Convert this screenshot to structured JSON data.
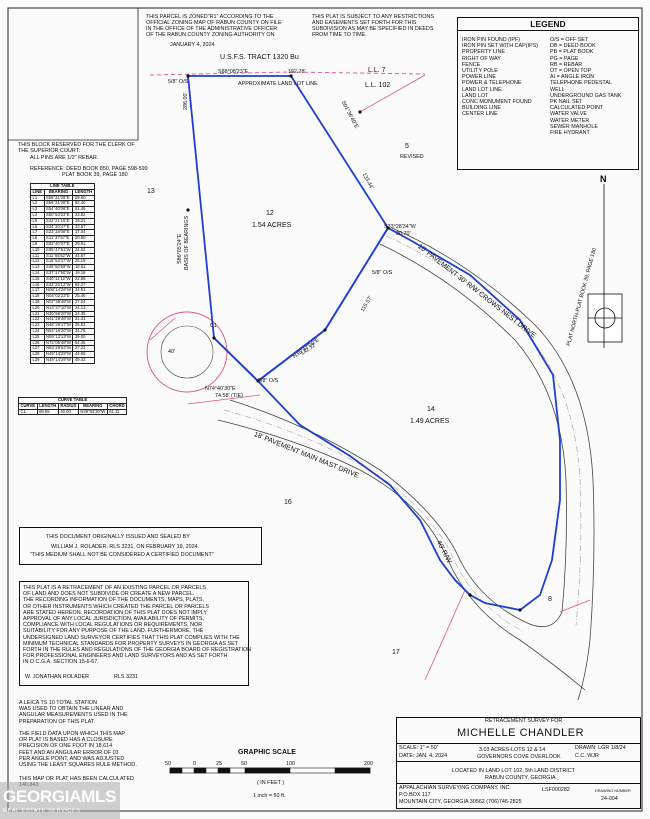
{
  "zoning_note": [
    "THIS PARCEL IS ZONED\"R1\" ACCORDING TO THE",
    "OFFICIAL ZONING MAP OF RABUN COUNTY ON FILE",
    "IN THE OFFICE OF THE ADMINISTRATIVE OFFICER",
    "OF THE RABUN COUNTY ZONING AUTHORITY ON",
    "JANUARY 4, 2024"
  ],
  "restrictions_note": [
    "THIS PLAT IS SUBJECT TO ANY RESTRICTIONS",
    "AND EASEMENTS SET FORTH FOR THIS",
    "SUBDIVISION AS MAY BE SPECIFIED IN DEEDS",
    "FROM TIME TO TIME."
  ],
  "legend": {
    "title": "LEGEND",
    "left": [
      "IRON PIN FOUND (IPF)",
      "IRON PIN SET WITH CAP(IPS)",
      "PROPERTY LINE",
      "RIGHT OF WAY",
      "FENCE",
      "UTILITY POLE",
      "POWER LINE",
      "POWER & TELEPHONE",
      "LAND LOT LINE",
      "LAND LOT",
      "CONC MONUMENT FOUND",
      "BUILDING LINE",
      "CENTER LINE"
    ],
    "right": [
      "O/S = OFF SET",
      "DB = DEED BOOK",
      "PB = PLAT BOOK",
      "PG = PAGE",
      "RB = REBAR",
      "OT = OPEN TOP",
      "AI = ANGLE IRON",
      "TELEPHONE PEDESTAL",
      "WELL",
      "UNDERGROUND GAS TANK",
      "PK NAIL SET",
      "CALCULATED POINT",
      "WATER VALVE",
      "WATER METER",
      "SEWER MANHOLE",
      "FIRE HYDRANT"
    ]
  },
  "map": {
    "usfs_tract": "U.S.F.S. TRACT 1320 Bu",
    "ll7": "L.L. 7",
    "ll102": "L.L. 102",
    "approx_ll_line": "APPROXIMATE LAND LOT LINE",
    "north": "N",
    "plat_north": "PLAT NORTH-PLAT BOOK 39, PAGE 180",
    "revised": "REVISED",
    "lot12_num": "12",
    "lot12_acres": "1.54 ACRES",
    "lot14_num": "14",
    "lot14_acres": "1.49 ACRES",
    "lot13": "13",
    "lot16": "16",
    "lot8": "8",
    "lot17": "17",
    "lot5": "5",
    "road_crows": "10' PAVEMENT   30' R/W   CROWS   NEST   DRIVE",
    "road_main": "18' PAVEMENT   MAIN   MAST   DRIVE",
    "road_rw40": "40' R/W",
    "basis": "BASIS OF BEARINGS",
    "brg_top": "S88°08'23\"E",
    "dist_top": "192.78'",
    "brg_west": "S86°05'24\"E",
    "brg_right": "S01°36'40\"E",
    "brg_ne": "S33°28'34\"W",
    "dist_ne": "30.70'",
    "brg_diag": "N35°47'00\"E",
    "brg_lower": "N74°40'30\"E",
    "dist_lower": "74.58' (TIE)",
    "dist_mid": "115.57'",
    "dist_mid2": "142.12'",
    "dist_west": "286.00'",
    "dist_vert": "133.44'",
    "pin_note1": "5/8\" O/S",
    "pin_note2": "5/8\" O/S",
    "pin_note3": "5/8\" O/S",
    "c1": "C1",
    "forty": "40'"
  },
  "clerk_block": "THIS BLOCK RESERVED FOR THE CLERK OF THE SUPERIOR COURT.",
  "notes": [
    "ALL PINS ARE 1/2\" REBAR.",
    "REFERENCE: DEED BOOK 850, PAGE 598-599",
    "PLAT BOOK 39, PAGE 180"
  ],
  "line_table": {
    "title": "LINE TABLE",
    "headers": [
      "LINE",
      "BEARING",
      "LENGTH"
    ],
    "rows": [
      [
        "L1",
        "S56°31'28\"E",
        "59.60"
      ],
      [
        "L2",
        "S56°31'28\"E",
        "92.40"
      ],
      [
        "L3",
        "S54°40'06\"E",
        "51.46"
      ],
      [
        "L4",
        "S50°53'23\"E",
        "23.82"
      ],
      [
        "L5",
        "S42°21'15\"E",
        "19.21"
      ],
      [
        "L6",
        "S34°20'47\"E",
        "33.67"
      ],
      [
        "L7",
        "S23°18'08\"E",
        "17.04"
      ],
      [
        "L8",
        "S11°37'57\"E",
        "20.90"
      ],
      [
        "L9",
        "S03°40'37\"E",
        "29.91"
      ],
      [
        "L10",
        "S05°47'51\"W",
        "24.02"
      ],
      [
        "L11",
        "S11°55'52\"W",
        "44.67"
      ],
      [
        "L12",
        "S18°53'47\"W",
        "25.19"
      ],
      [
        "L13",
        "S28°50'59\"W",
        "18.61"
      ],
      [
        "L14",
        "S37°17'50\"W",
        "19.16"
      ],
      [
        "L15",
        "S40°11'12\"W",
        "22.88"
      ],
      [
        "L16",
        "S43°25'12\"W",
        "82.27"
      ],
      [
        "L17",
        "N08°14'29\"W",
        "24.51"
      ],
      [
        "L18",
        "N04°02'23\"E",
        "25.46"
      ],
      [
        "L19",
        "N07°39'48\"W",
        "27.04"
      ],
      [
        "L20",
        "N13°27'10\"W",
        "24.13"
      ],
      [
        "L21",
        "N30°56'20\"W",
        "24.35"
      ],
      [
        "L22",
        "N41°29'46\"W",
        "31.33"
      ],
      [
        "L23",
        "N48°29'17\"W",
        "35.53"
      ],
      [
        "L24",
        "N54°16'20\"W",
        "34.76"
      ],
      [
        "L25",
        "N59°13'13\"W",
        "39.00"
      ],
      [
        "L26",
        "N72°05'48\"W",
        "64.45"
      ],
      [
        "L27",
        "N83°29'53\"W",
        "27.23"
      ],
      [
        "L28",
        "N49°14'29\"W",
        "44.68"
      ],
      [
        "L29",
        "N49°14'29\"W",
        "49.43"
      ]
    ]
  },
  "curve_table": {
    "title": "CURVE TABLE",
    "headers": [
      "CURVE",
      "LENGTH",
      "RADIUS",
      "BEARING",
      "CHORD"
    ],
    "rows": [
      [
        "C1",
        "69.55",
        "40.00",
        "N39°03'30\"W",
        "61.11"
      ]
    ]
  },
  "seal_text": [
    "THIS DOCUMENT ORIGINALLY ISSUED AND SEALED BY",
    "WILLIAM J. ROLADER, RLS 3231, ON FEBRUARY 19, 2024.",
    "\"THIS MEDIUM SHALL NOT BE CONSIDERED A CERTIFIED DOCUMENT\""
  ],
  "cert_text": [
    "THIS PLAT IS A RETRACEMENT OF AN EXISTING PARCEL OR PARCELS",
    "OF LAND AND DOES NOT SUBDIVIDE OR CREATE A NEW PARCEL.",
    "THE RECORDING INFORMATION OF THE DOCUMENTS, MAPS, PLATS,",
    "OR OTHER INSTRUMENTS WHICH CREATED THE PARCEL OR PARCELS",
    "ARE STATED HEREON. RECORDATION OF THIS PLAT DOES NOT IMPLY",
    "APPROVAL OF ANY LOCAL JURISDICTION, AVAILABILITY OF PERMITS,",
    "COMPLIANCE WITH LOCAL REGULATIONS OR REQUIREMENTS, NOR",
    "SUITABILITY FOR ANY PURPOSE OF THE LAND. FURTHERMORE, THE",
    "UNDERSIGNED LAND SURVEYOR CERTIFIES THAT THIS PLAT COMPLIES WITH THE",
    "MINIMUM TECHNICAL STANDARDS FOR PROPERTY SURVEYS IN GEORGIA AS SET",
    "FORTH IN THE RULES AND REGULATIONS OF THE GEORGIA BOARD OF REGISTRATION",
    "FOR PROFESSIONAL ENGINEERS AND LAND SURVEYORS AND AS SET FORTH",
    "IN O.C.G.A. SECTION 15-6-67."
  ],
  "surveyor_sig": "W. JONATHAN ROLADER",
  "surveyor_rls": "RLS 3231",
  "equipment_note": [
    "A LEICA TS 10 TOTAL STATION",
    "WAS USED TO OBTAIN THE LINEAR AND",
    "ANGULAR MEASUREMENTS USED IN THE",
    "PREPARATION OF THIS PLAT."
  ],
  "closure_note": [
    "THE FIELD DATA UPON WHICH THIS MAP",
    "OR PLAT IS BASED HAS A CLOSURE",
    "PRECISION OF ONE FOOT IN  18,614",
    "FEET AND AN ANGULAR ERROR OF   03",
    "PER ANGLE POINT, AND WAS ADJUSTED",
    "USING THE   LEAST SQUARES   RULE METHOD."
  ],
  "calc_note": [
    "THIS MAP OR PLAT HAS BEEN CALCULATED",
    "140,843"
  ],
  "scale": {
    "title": "GRAPHIC SCALE",
    "ticks": [
      "50",
      "0",
      "25",
      "50",
      "100",
      "200"
    ],
    "unit": "( IN FEET )",
    "ratio": "1 inch = 50 ft."
  },
  "title_block": {
    "header": "RETRACEMENT SURVEY FOR",
    "client": "MICHELLE CHANDLER",
    "scale": "SCALE: 1\" = 50'",
    "date": "DATE: JAN. 4, 2024",
    "acres": "3.03 ACRES-LOTS 12 & 14",
    "subdivision": "GOVERNORS COVE OVERLOOK",
    "drawn": "DRAWN: LGR 1/8/24",
    "checked": "C.C. WJR",
    "location1": "LOCATED IN LAND LOT 102, 5th LAND DISTRICT",
    "location2": "RABUN COUNTY, GEORGIA",
    "company": "APPALACHIAN SURVEYING COMPANY, INC.",
    "pobox": "P.O.BOX 117",
    "address": "MOUNTAIN CITY, GEORGIA   30562   (706)746-2825",
    "license": "LSF000282",
    "drawing_label": "DRAWING NUMBER",
    "drawing_number": "24-004"
  },
  "watermark": {
    "brand": "GEORGIAMLS",
    "tagline": "REAL ESTATE SERVICES"
  }
}
